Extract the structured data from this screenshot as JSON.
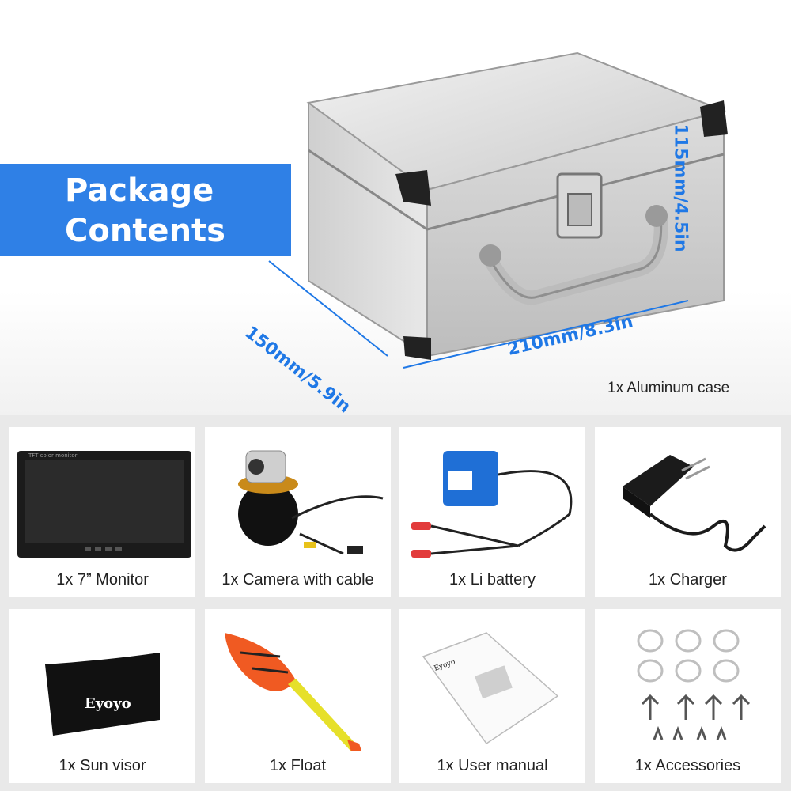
{
  "banner": {
    "line1": "Package",
    "line2": "Contents"
  },
  "case": {
    "height_label": "115mm/4.5in",
    "width_label": "210mm/8.3in",
    "depth_label": "150mm/5.9in",
    "caption": "1x Aluminum case"
  },
  "items": [
    {
      "caption": "1x 7”  Monitor",
      "monitor_label": "TFT color monitor"
    },
    {
      "caption": "1x Camera with cable"
    },
    {
      "caption": "1x Li battery"
    },
    {
      "caption": "1x Charger"
    },
    {
      "caption": "1x Sun visor",
      "brand": "Eyoyo"
    },
    {
      "caption": "1x Float"
    },
    {
      "caption": "1x User manual",
      "brand": "Eyoyo"
    },
    {
      "caption": "1x Accessories"
    }
  ],
  "colors": {
    "accent": "#2f80e6",
    "dimension": "#1f78e6"
  }
}
